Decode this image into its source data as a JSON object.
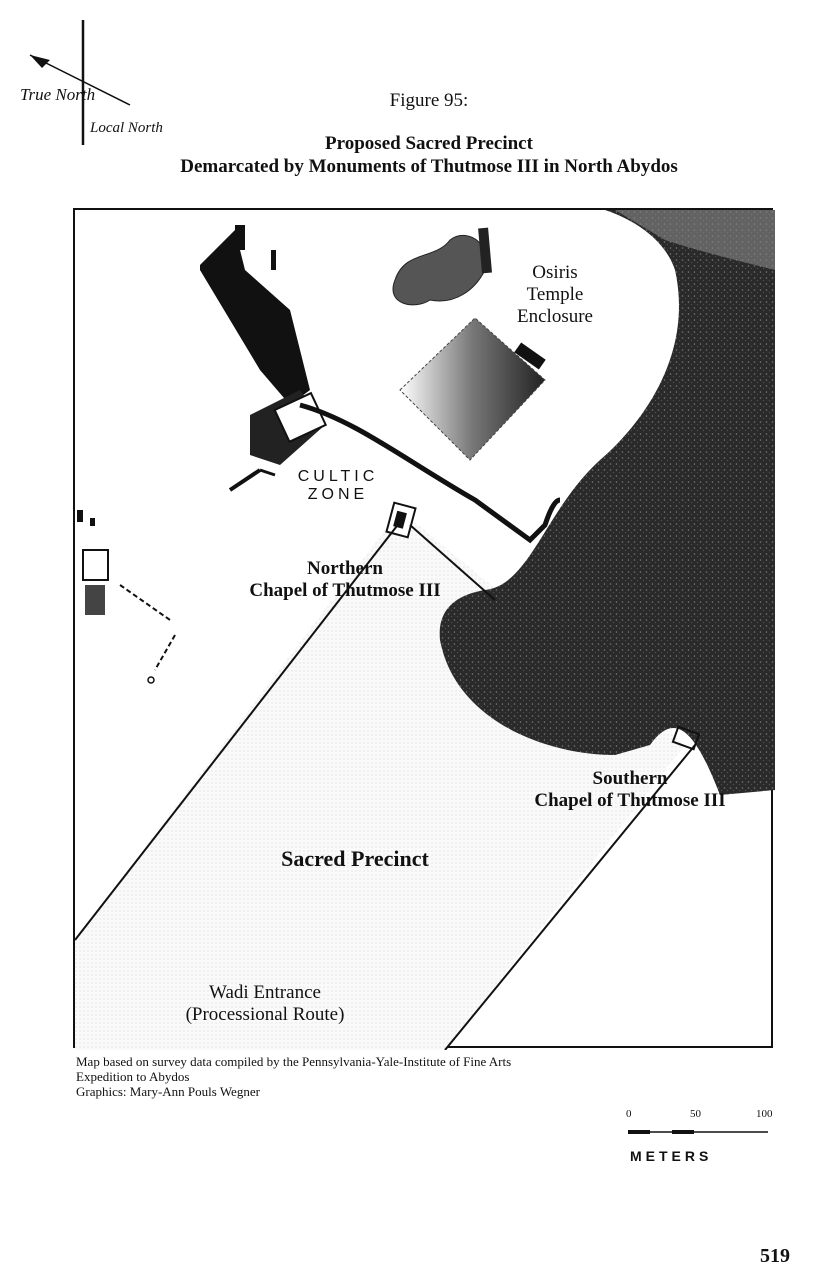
{
  "compass": {
    "true_north": "True North",
    "local_north": "Local North"
  },
  "figure": {
    "number": "Figure 95:",
    "title_line1": "Proposed Sacred Precinct",
    "title_line2": "Demarcated by Monuments of Thutmose III in North Abydos"
  },
  "map_labels": {
    "osiris": [
      "Osiris",
      "Temple",
      "Enclosure"
    ],
    "cultic": [
      "CULTIC",
      "ZONE"
    ],
    "northern_chapel": [
      "Northern",
      "Chapel of Thutmose III"
    ],
    "southern_chapel": [
      "Southern",
      "Chapel of Thutmose III"
    ],
    "sacred_precinct": "Sacred Precinct",
    "wadi": [
      "Wadi Entrance",
      "(Processional Route)"
    ]
  },
  "credits": {
    "line1": "Map based on survey data compiled by the Pennsylvania-Yale-Institute of Fine Arts",
    "line2": "Expedition to Abydos",
    "line3": "Graphics:  Mary-Ann Pouls Wegner"
  },
  "scale_bar": {
    "ticks": [
      "0",
      "50",
      "100"
    ],
    "unit": "METERS"
  },
  "page_number": "519"
}
